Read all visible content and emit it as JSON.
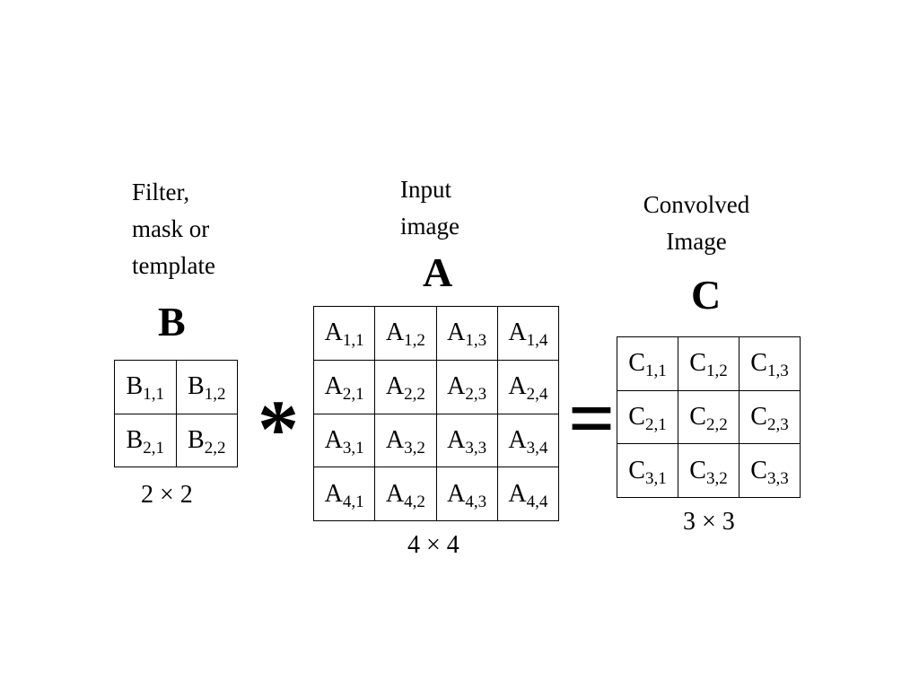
{
  "filter": {
    "caption_lines": [
      "Filter,",
      "mask or",
      "template"
    ],
    "letter": "B",
    "rows": [
      [
        {
          "base": "B",
          "sub": "1,1"
        },
        {
          "base": "B",
          "sub": "1,2"
        }
      ],
      [
        {
          "base": "B",
          "sub": "2,1"
        },
        {
          "base": "B",
          "sub": "2,2"
        }
      ]
    ],
    "dimension": "2 × 2"
  },
  "input": {
    "caption_lines": [
      "Input",
      "image"
    ],
    "letter": "A",
    "rows": [
      [
        {
          "base": "A",
          "sub": "1,1"
        },
        {
          "base": "A",
          "sub": "1,2"
        },
        {
          "base": "A",
          "sub": "1,3"
        },
        {
          "base": "A",
          "sub": "1,4"
        }
      ],
      [
        {
          "base": "A",
          "sub": "2,1"
        },
        {
          "base": "A",
          "sub": "2,2"
        },
        {
          "base": "A",
          "sub": "2,3"
        },
        {
          "base": "A",
          "sub": "2,4"
        }
      ],
      [
        {
          "base": "A",
          "sub": "3,1"
        },
        {
          "base": "A",
          "sub": "3,2"
        },
        {
          "base": "A",
          "sub": "3,3"
        },
        {
          "base": "A",
          "sub": "3,4"
        }
      ],
      [
        {
          "base": "A",
          "sub": "4,1"
        },
        {
          "base": "A",
          "sub": "4,2"
        },
        {
          "base": "A",
          "sub": "4,3"
        },
        {
          "base": "A",
          "sub": "4,4"
        }
      ]
    ],
    "dimension": "4 × 4"
  },
  "output": {
    "caption_lines": [
      "Convolved",
      "Image"
    ],
    "letter": "C",
    "rows": [
      [
        {
          "base": "C",
          "sub": "1,1"
        },
        {
          "base": "C",
          "sub": "1,2"
        },
        {
          "base": "C",
          "sub": "1,3"
        }
      ],
      [
        {
          "base": "C",
          "sub": "2,1"
        },
        {
          "base": "C",
          "sub": "2,2"
        },
        {
          "base": "C",
          "sub": "2,3"
        }
      ],
      [
        {
          "base": "C",
          "sub": "3,1"
        },
        {
          "base": "C",
          "sub": "3,2"
        },
        {
          "base": "C",
          "sub": "3,3"
        }
      ]
    ],
    "dimension": "3 × 3"
  },
  "operators": {
    "convolution": "*",
    "equals": "="
  }
}
